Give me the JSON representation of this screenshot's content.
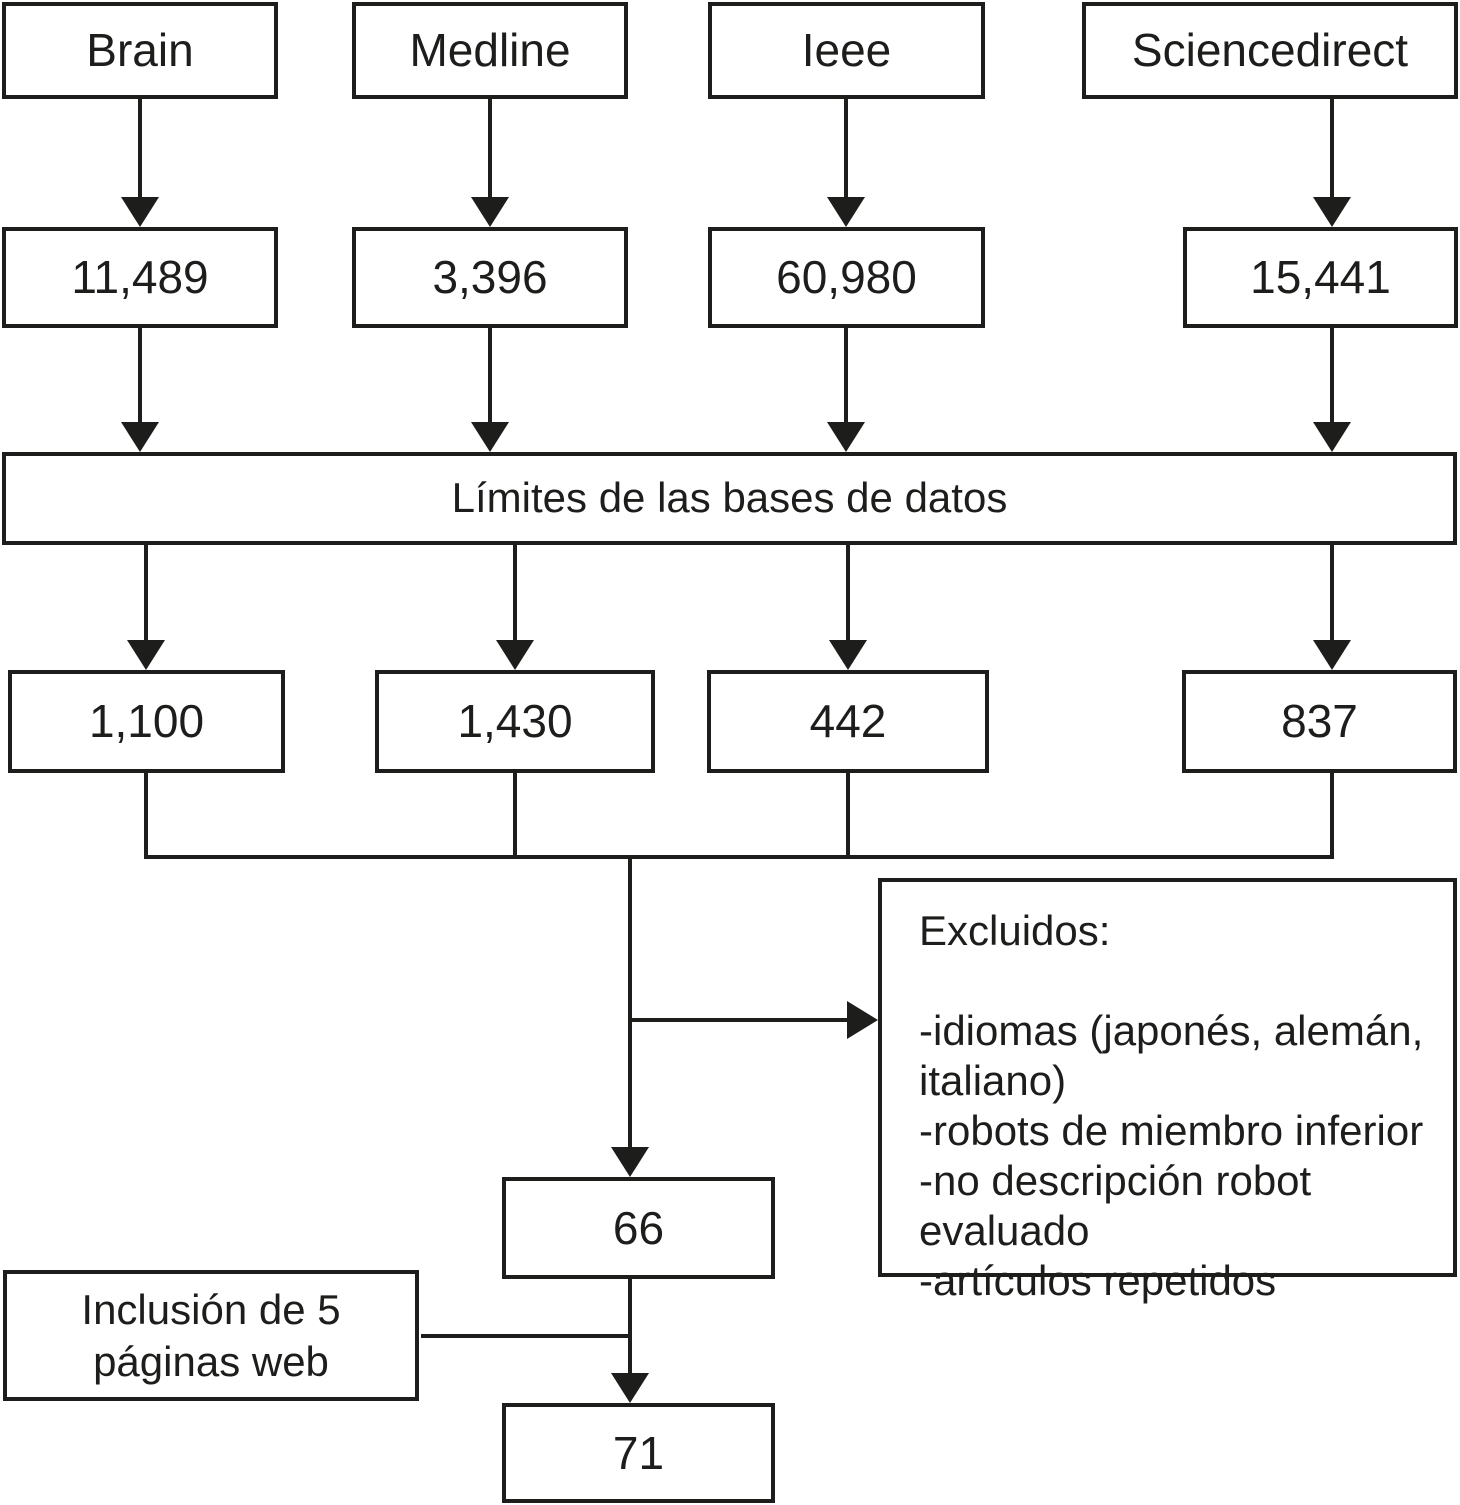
{
  "diagram": {
    "columns": [
      {
        "source": "Brain",
        "initial_count": "11,489",
        "filtered_count": "1,100"
      },
      {
        "source": "Medline",
        "initial_count": "3,396",
        "filtered_count": "1,430"
      },
      {
        "source": "Ieee",
        "initial_count": "60,980",
        "filtered_count": "442"
      },
      {
        "source": "Sciencedirect",
        "initial_count": "15,441",
        "filtered_count": "837"
      }
    ],
    "limits_label": "Límites de las bases de datos",
    "excluded": {
      "title": "Excluidos:",
      "lines": [
        "-idiomas (japonés, alemán,",
        "italiano)",
        "-robots de miembro inferior",
        "-no descripción robot",
        "evaluado",
        "-artículos repetidos"
      ]
    },
    "merged_count": "66",
    "web_inclusion_lines": [
      "Inclusión de 5",
      "páginas web"
    ],
    "final_count": "71",
    "colors": {
      "line": "#1d1d1b",
      "box_background": "#ffffff"
    }
  }
}
